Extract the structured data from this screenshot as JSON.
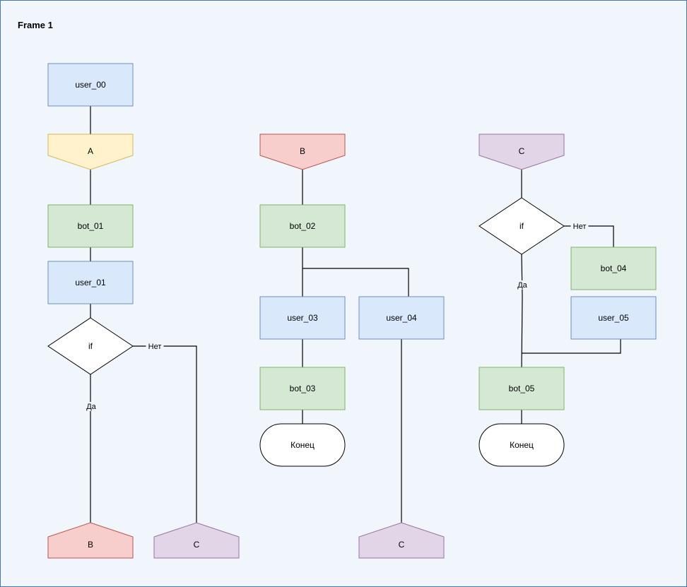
{
  "frame": {
    "title": "Frame 1"
  },
  "palette": {
    "blue": {
      "fill": "#dae8fc",
      "stroke": "#6c8ebf"
    },
    "green": {
      "fill": "#d5e8d4",
      "stroke": "#82b366"
    },
    "yellow": {
      "fill": "#fff2cc",
      "stroke": "#d6b656"
    },
    "red": {
      "fill": "#f8cecc",
      "stroke": "#b85450"
    },
    "purple": {
      "fill": "#e1d5e7",
      "stroke": "#9673a6"
    },
    "white": {
      "fill": "#ffffff",
      "stroke": "#000000"
    }
  },
  "nodes": [
    {
      "id": "user_00",
      "label": "user_00",
      "shape": "process",
      "color": "blue"
    },
    {
      "id": "A",
      "label": "A",
      "shape": "offpage-connector",
      "color": "yellow"
    },
    {
      "id": "bot_01",
      "label": "bot_01",
      "shape": "process",
      "color": "green"
    },
    {
      "id": "user_01",
      "label": "user_01",
      "shape": "process",
      "color": "blue"
    },
    {
      "id": "if_1",
      "label": "if",
      "shape": "decision",
      "color": "white"
    },
    {
      "id": "B_end",
      "label": "B",
      "shape": "offpage-connector-up",
      "color": "red"
    },
    {
      "id": "C_end_1",
      "label": "C",
      "shape": "offpage-connector-up",
      "color": "purple"
    },
    {
      "id": "B",
      "label": "B",
      "shape": "offpage-connector",
      "color": "red"
    },
    {
      "id": "bot_02",
      "label": "bot_02",
      "shape": "process",
      "color": "green"
    },
    {
      "id": "user_03",
      "label": "user_03",
      "shape": "process",
      "color": "blue"
    },
    {
      "id": "user_04",
      "label": "user_04",
      "shape": "process",
      "color": "blue"
    },
    {
      "id": "bot_03",
      "label": "bot_03",
      "shape": "process",
      "color": "green"
    },
    {
      "id": "end_1",
      "label": "Конец",
      "shape": "terminator",
      "color": "white"
    },
    {
      "id": "C_end_2",
      "label": "C",
      "shape": "offpage-connector-up",
      "color": "purple"
    },
    {
      "id": "C",
      "label": "C",
      "shape": "offpage-connector",
      "color": "purple"
    },
    {
      "id": "if_2",
      "label": "if",
      "shape": "decision",
      "color": "white"
    },
    {
      "id": "bot_04",
      "label": "bot_04",
      "shape": "process",
      "color": "green"
    },
    {
      "id": "user_05",
      "label": "user_05",
      "shape": "process",
      "color": "blue"
    },
    {
      "id": "bot_05",
      "label": "bot_05",
      "shape": "process",
      "color": "green"
    },
    {
      "id": "end_2",
      "label": "Конец",
      "shape": "terminator",
      "color": "white"
    }
  ],
  "edges": [
    {
      "from": "user_00",
      "to": "A",
      "label": ""
    },
    {
      "from": "A",
      "to": "bot_01",
      "label": ""
    },
    {
      "from": "bot_01",
      "to": "user_01",
      "label": ""
    },
    {
      "from": "user_01",
      "to": "if_1",
      "label": ""
    },
    {
      "from": "if_1",
      "to": "B_end",
      "label": "Да"
    },
    {
      "from": "if_1",
      "to": "C_end_1",
      "label": "Нет"
    },
    {
      "from": "B",
      "to": "bot_02",
      "label": ""
    },
    {
      "from": "bot_02",
      "to": "user_03",
      "label": ""
    },
    {
      "from": "bot_02",
      "to": "user_04",
      "label": ""
    },
    {
      "from": "user_03",
      "to": "bot_03",
      "label": ""
    },
    {
      "from": "bot_03",
      "to": "end_1",
      "label": ""
    },
    {
      "from": "user_04",
      "to": "C_end_2",
      "label": ""
    },
    {
      "from": "C",
      "to": "if_2",
      "label": ""
    },
    {
      "from": "if_2",
      "to": "bot_04",
      "label": "Нет"
    },
    {
      "from": "if_2",
      "to": "bot_05",
      "label": "Да"
    },
    {
      "from": "user_05",
      "to": "bot_05",
      "label": ""
    },
    {
      "from": "bot_05",
      "to": "end_2",
      "label": ""
    }
  ]
}
